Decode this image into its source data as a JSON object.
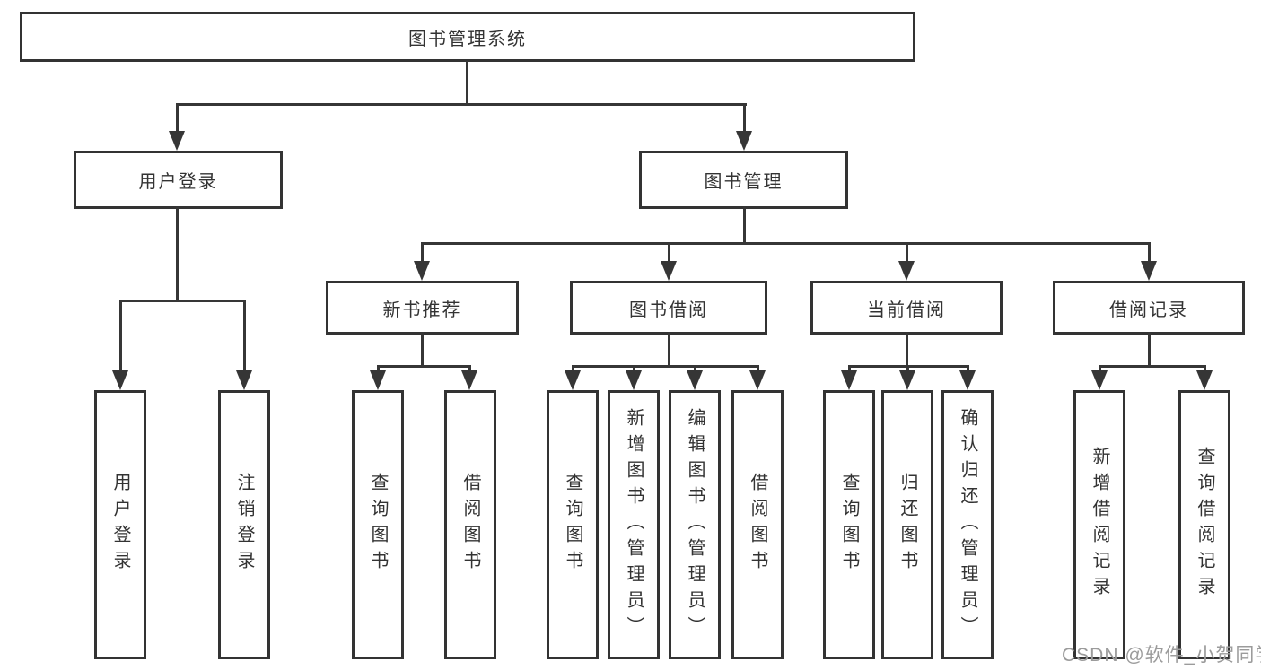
{
  "diagram_title": "图书管理系统",
  "colors": {
    "line": "#363636",
    "box_border": "#333333",
    "text": "#333333",
    "watermark": "#9b9b9b",
    "background": "#ffffff"
  },
  "tree": {
    "root": {
      "label": "图书管理系统",
      "children": [
        {
          "label": "用户登录",
          "children": [
            {
              "label": "用户登录"
            },
            {
              "label": "注销登录"
            }
          ]
        },
        {
          "label": "图书管理",
          "children": [
            {
              "label": "新书推荐",
              "children": [
                {
                  "label": "查询图书"
                },
                {
                  "label": "借阅图书"
                }
              ]
            },
            {
              "label": "图书借阅",
              "children": [
                {
                  "label": "查询图书"
                },
                {
                  "label": "新增图书（管理员）"
                },
                {
                  "label": "编辑图书（管理员）"
                },
                {
                  "label": "借阅图书"
                }
              ]
            },
            {
              "label": "当前借阅",
              "children": [
                {
                  "label": "查询图书"
                },
                {
                  "label": "归还图书"
                },
                {
                  "label": "确认归还（管理员）"
                }
              ]
            },
            {
              "label": "借阅记录",
              "children": [
                {
                  "label": "新增借阅记录"
                },
                {
                  "label": "查询借阅记录"
                }
              ]
            }
          ]
        }
      ]
    }
  },
  "watermark": {
    "text": "CSDN @软件_小贺同学"
  }
}
